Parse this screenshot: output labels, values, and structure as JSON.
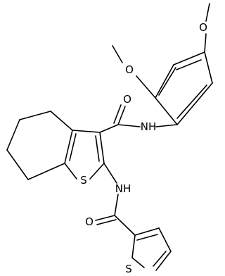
{
  "molecule": {
    "atom_labels": {
      "methoxy_top_right": "O",
      "methoxy_left": "O",
      "carbonyl_amide_1": "O",
      "amide_nh_1": "NH",
      "thiophene_s_core": "S",
      "amide_nh_2": "NH",
      "carbonyl_amide_2": "O",
      "thiophene_s_terminal": "S"
    },
    "colors": {
      "bond": "#000000",
      "label": "#000000",
      "background": "#ffffff"
    }
  }
}
